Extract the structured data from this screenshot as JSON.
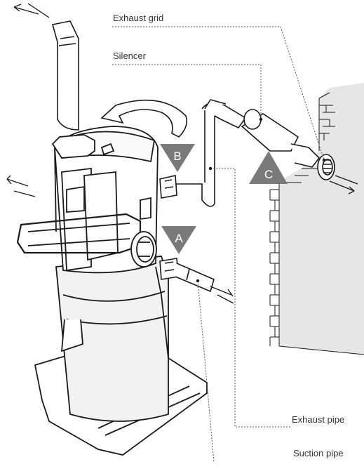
{
  "labels": {
    "exhaust_grid": "Exhaust grid",
    "silencer": "Silencer",
    "exhaust_pipe": "Exhaust pipe",
    "suction_pipe": "Suction pipe"
  },
  "markers": {
    "a": "A",
    "b": "B",
    "c": "C"
  },
  "colors": {
    "line": "#1a1a1a",
    "marker": "#7a7a7a",
    "wall": "#e6e6e6",
    "label_text": "#333333"
  }
}
